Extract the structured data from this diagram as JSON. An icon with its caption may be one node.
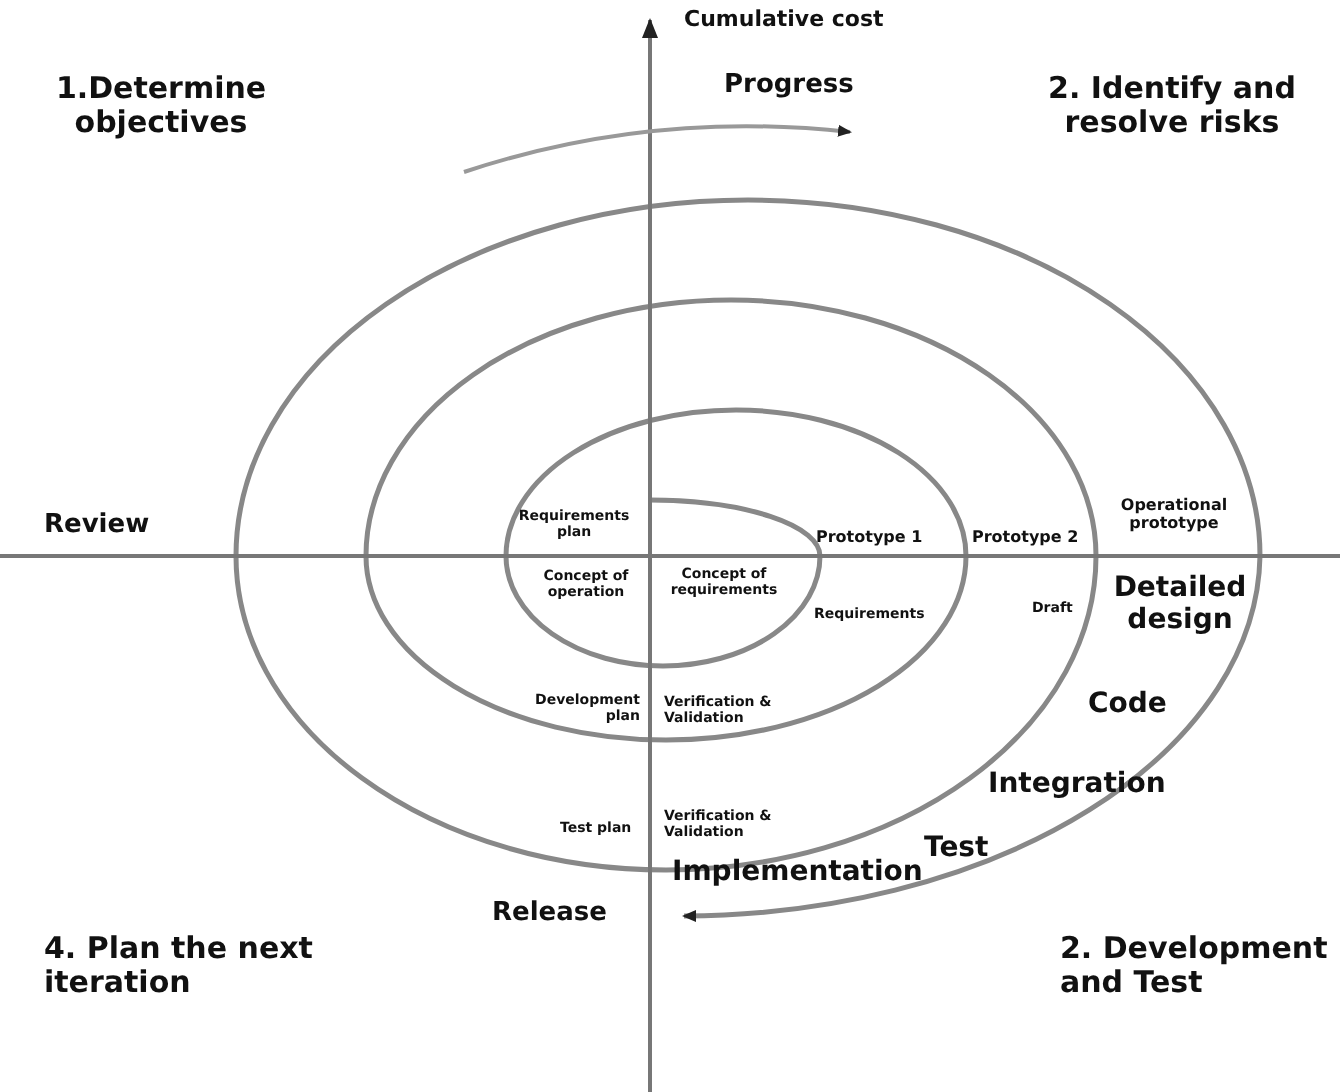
{
  "diagram": {
    "labels": [
      "Cumulative cost",
      "1.Determine objectives",
      "Progress",
      "2. Identify and resolve risks",
      "Review",
      "Requirements plan",
      "Prototype 1",
      "Prototype 2",
      "Operational prototype",
      "Concept of operation",
      "Concept of requirements",
      "Requirements",
      "Draft",
      "Detailed design",
      "Development plan",
      "Verification & Validation",
      "Code",
      "Integration",
      "Test plan",
      "Verification & Validation",
      "Test",
      "Implementation",
      "4. Plan the next iteration",
      "Release",
      "2. Development and Test"
    ]
  }
}
